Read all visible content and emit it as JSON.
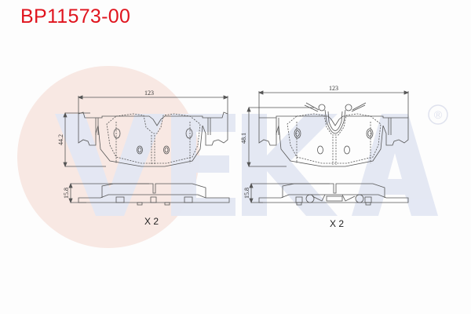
{
  "header": {
    "part_number": "BP11573-00"
  },
  "watermark": {
    "brand": "VEKA",
    "registered_mark": "®",
    "circle_color": "#f8e8e3",
    "letter_color": "#e6e9f4"
  },
  "colors": {
    "title": "#e0141e",
    "line": "#555555"
  },
  "drawings": [
    {
      "id": "pad-left",
      "width_label": "123",
      "height_label": "44.2",
      "thickness_label": "15.8",
      "quantity_label": "X 2",
      "has_clip": false
    },
    {
      "id": "pad-right",
      "width_label": "123",
      "height_label": "48.1",
      "thickness_label": "15.8",
      "quantity_label": "X 2",
      "has_clip": true
    }
  ]
}
